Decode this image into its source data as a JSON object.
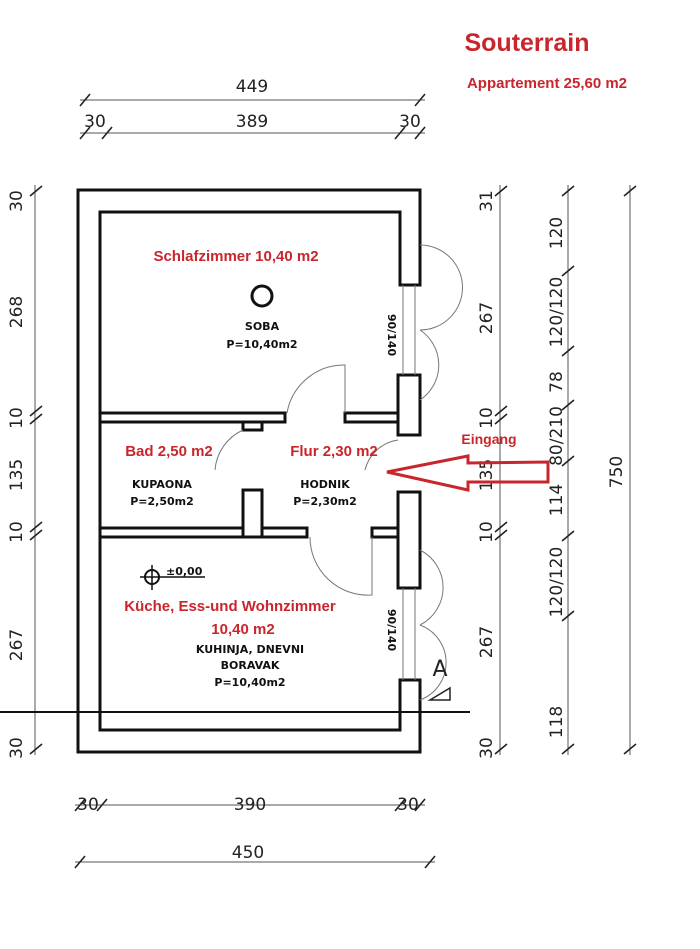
{
  "title": "Souterrain",
  "subtitle": "Appartement 25,60 m2",
  "rooms": {
    "bedroom": {
      "label_de": "Schlafzimmer 10,40 m2",
      "label_orig": "SOBA",
      "area_orig": "P=10,40m2"
    },
    "bath": {
      "label_de": "Bad 2,50 m2",
      "label_orig": "KUPAONA",
      "area_orig": "P=2,50m2"
    },
    "hall": {
      "label_de": "Flur 2,30 m2",
      "label_orig": "HODNIK",
      "area_orig": "P=2,30m2"
    },
    "kitchen": {
      "label_de": "Küche, Ess-und Wohnzimmer",
      "area_de": "10,40 m2",
      "label_orig1": "KUHINJA, DNEVNI",
      "label_orig2": "BORAVAK",
      "area_orig": "P=10,40m2"
    }
  },
  "entrance_label": "Eingang",
  "level_mark": "±0,00",
  "section_mark": "A",
  "window_marks": [
    "90/140",
    "90/140"
  ],
  "dims": {
    "top_total": "449",
    "top_parts": [
      "30",
      "389",
      "30"
    ],
    "bottom_total": "450",
    "bottom_parts": [
      "30",
      "390",
      "30"
    ],
    "left": [
      "30",
      "268",
      "10",
      "135",
      "10",
      "267",
      "30"
    ],
    "right1": [
      "31",
      "267",
      "10",
      "135",
      "10",
      "267",
      "30"
    ],
    "right2": [
      "120",
      "120/120",
      "78",
      "80/210",
      "114",
      "120/120",
      "118"
    ],
    "right_total": "750"
  },
  "colors": {
    "annotation": "#c8262c",
    "lines": "#111111"
  }
}
